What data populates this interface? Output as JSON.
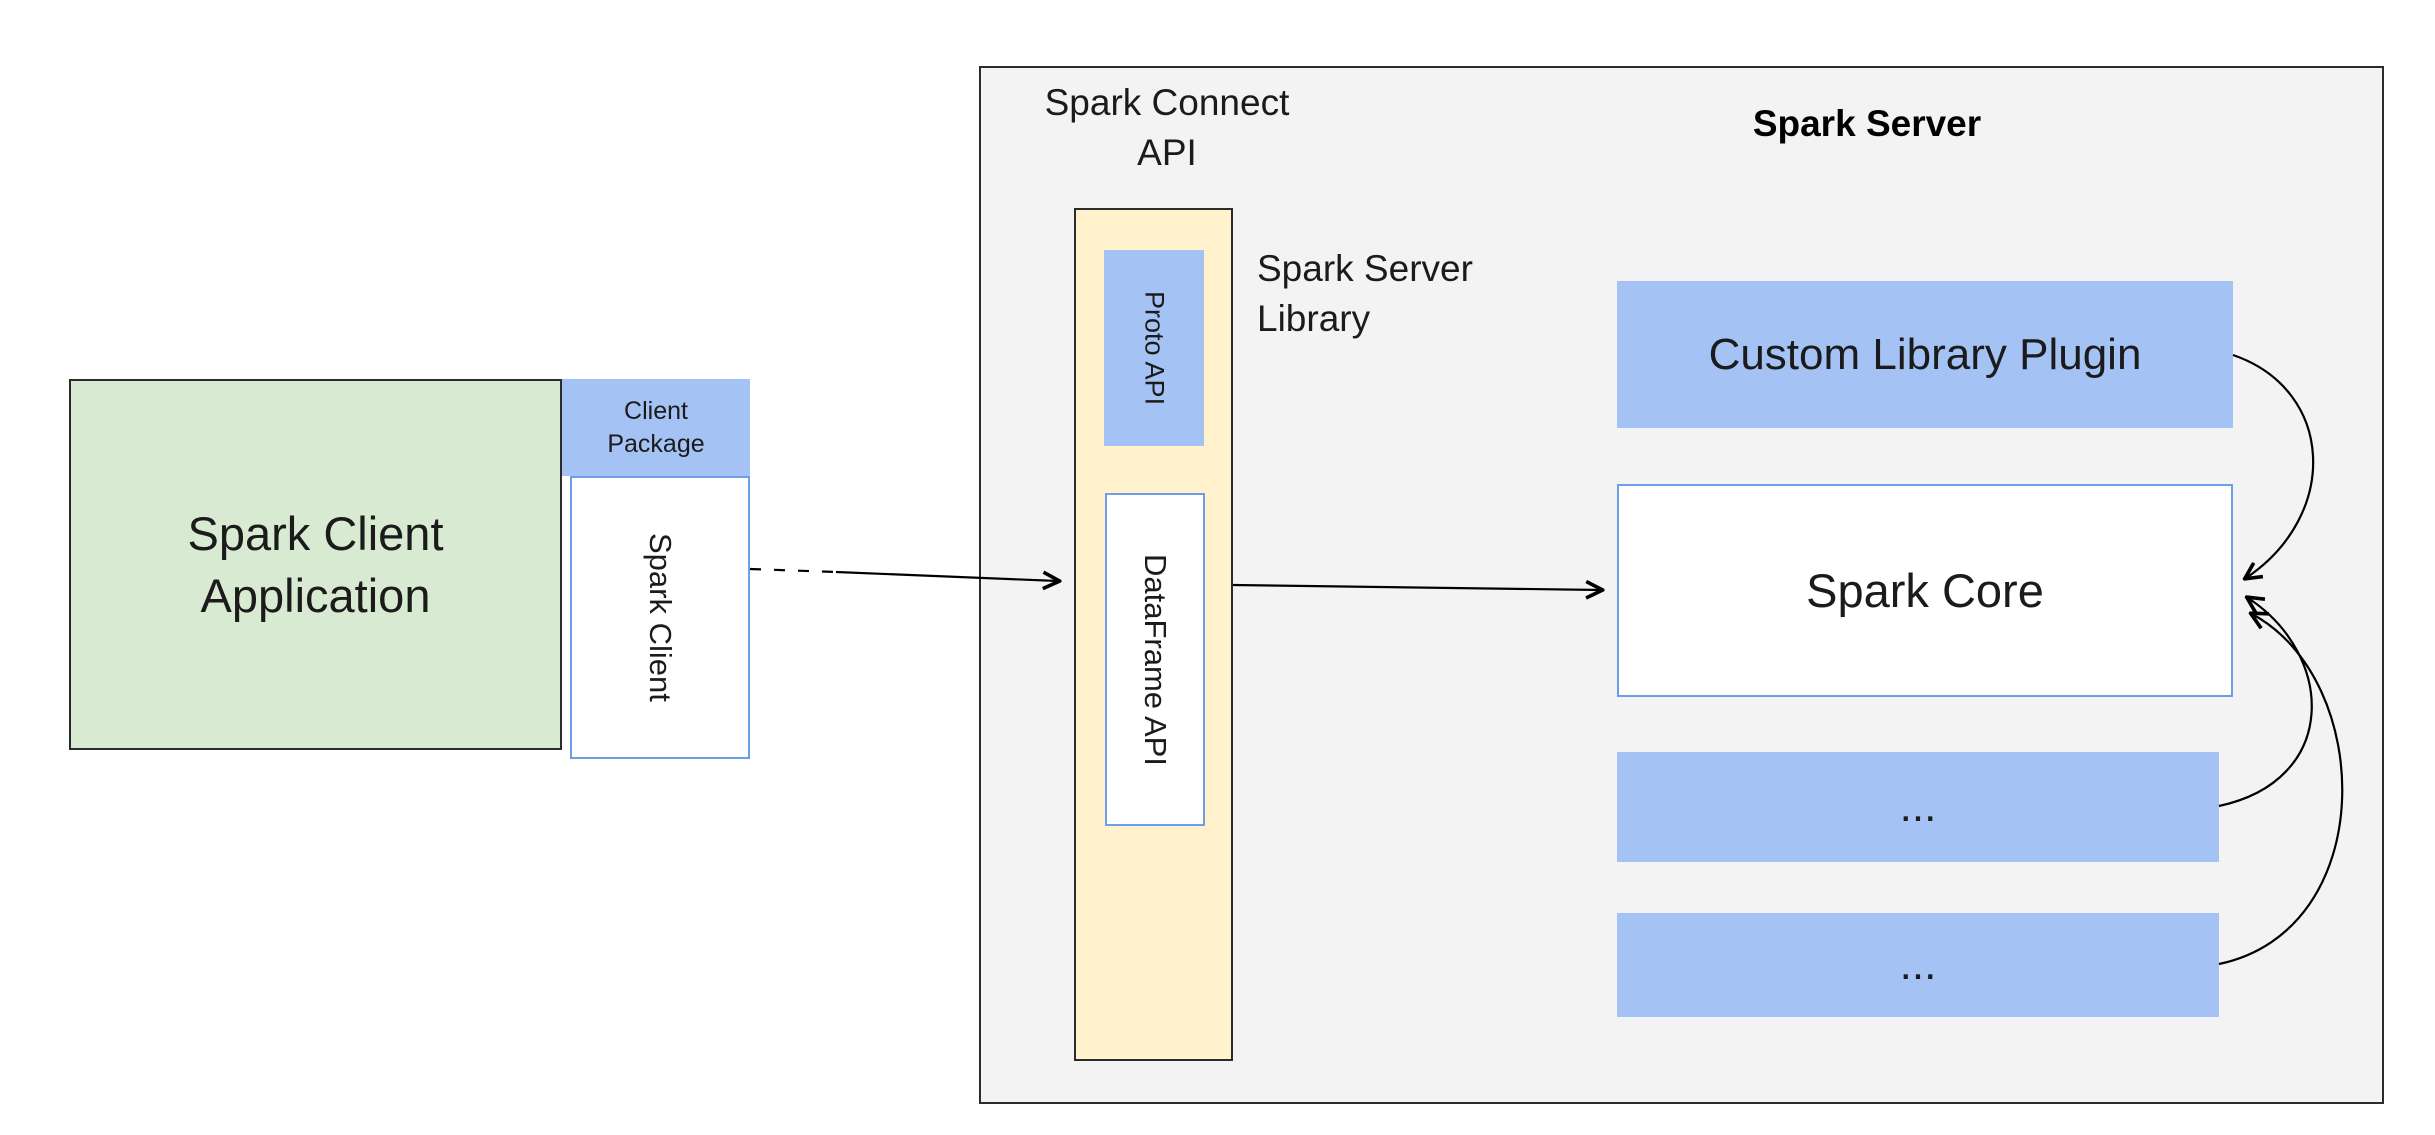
{
  "colors": {
    "green-fill": "#d9ead3",
    "blue-fill": "#a4c2f4",
    "yellow-fill": "#fff2cc",
    "gray-fill": "#f3f3f3",
    "blue-border": "#6d9eeb",
    "dark-border": "#2b2b2b",
    "arrow": "#000000"
  },
  "labels": {
    "spark_client_application": "Spark Client\nApplication",
    "client_package": "Client\nPackage",
    "spark_client": "Spark Client",
    "spark_connect_api": "Spark Connect\nAPI",
    "spark_server": "Spark Server",
    "spark_server_library": "Spark Server\nLibrary",
    "proto_api": "Proto API",
    "dataframe_api": "DataFrame API",
    "custom_library_plugin": "Custom Library Plugin",
    "spark_core": "Spark Core",
    "ellipsis_1": "...",
    "ellipsis_2": "..."
  }
}
